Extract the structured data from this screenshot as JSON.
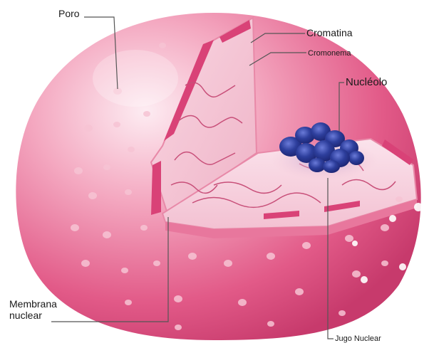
{
  "labels": {
    "poro": "Poro",
    "cromatina": "Cromatina",
    "cromonema": "Cromonema",
    "nucleolo": "Nucléolo",
    "membrana_line1": "Membrana",
    "membrana_line2": "nuclear",
    "jugo_nuclear": "Jugo Nuclear"
  },
  "colors": {
    "nucleus_outer": "#e25a88",
    "nucleus_highlight": "#fbe0ea",
    "membrane": "#d94277",
    "interior": "#f7d0dc",
    "nucleolus": "#2d3e9c",
    "leader_line": "#555555"
  }
}
